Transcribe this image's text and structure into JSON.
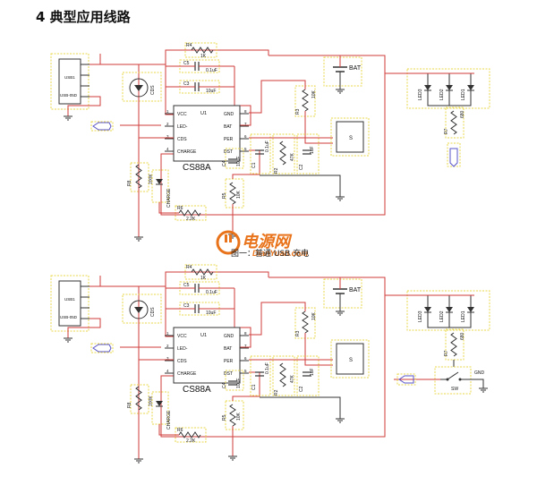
{
  "heading": "4 典型应用线路",
  "caption": "图一：普通 USB 充电",
  "watermark": {
    "cn": "电源网",
    "en": "DianYuan.com"
  },
  "colors": {
    "wire": "#d23b3b",
    "wire_dark": "#333333",
    "box": "#e8d84a",
    "watermark": "#e8731a"
  },
  "ic": {
    "name": "CS88A",
    "ref": "U1",
    "pins_left": [
      {
        "num": "1",
        "name": "VCC"
      },
      {
        "num": "2",
        "name": "LED-"
      },
      {
        "num": "3",
        "name": "CDS"
      },
      {
        "num": "4",
        "name": "CHARGE"
      }
    ],
    "pins_right": [
      {
        "num": "8",
        "name": "GND"
      },
      {
        "num": "7",
        "name": "BAT"
      },
      {
        "num": "6",
        "name": "PER"
      },
      {
        "num": "5",
        "name": "DST"
      }
    ]
  },
  "components": {
    "usb_label": "USB-05D",
    "usb_ref": "USB1",
    "r4": {
      "ref": "R4",
      "value": "1K"
    },
    "c5": {
      "ref": "C5",
      "value": "0.1uF"
    },
    "c3": {
      "ref": "C3",
      "value": "10uF"
    },
    "bat": "BAT",
    "cds": "CDS",
    "r8": {
      "ref": "R8",
      "value": "200K"
    },
    "led_charge": "CHARGE",
    "r6": {
      "ref": "R6",
      "value": "2.2K"
    },
    "c4": {
      "ref": "C4",
      "value": "10uF"
    },
    "r5": {
      "ref": "R5",
      "value": "10K"
    },
    "c1": {
      "ref": "C1",
      "value": "0.1uF"
    },
    "r2": {
      "ref": "R2",
      "value": "47K"
    },
    "c2": {
      "ref": "C2",
      "value": "1uF"
    },
    "r3": {
      "ref": "R3",
      "value": "10K"
    },
    "leds": [
      "LED3",
      "LED2",
      "LED1"
    ],
    "r7": {
      "ref": "R7",
      "value": "680"
    },
    "sw_label": "SW",
    "gnd": "GND"
  },
  "circuits": [
    {
      "id": "fig1",
      "variant": "plain"
    },
    {
      "id": "fig2",
      "variant": "switch"
    }
  ]
}
